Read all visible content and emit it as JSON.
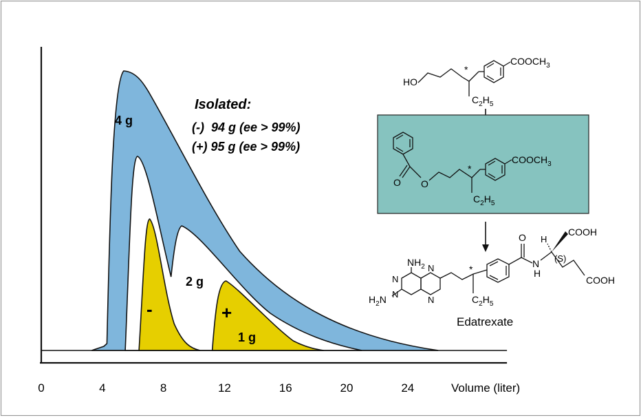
{
  "chart_data": {
    "type": "area",
    "x_ticks": [
      "0",
      "4",
      "8",
      "12",
      "16",
      "20",
      "24"
    ],
    "xlabel": "Volume (liter)",
    "xlim": [
      0,
      30
    ],
    "annotations": {
      "isolated_title": "Isolated:",
      "isolated_minus": "(-)  94 g (ee > 99%)",
      "isolated_plus": "(+) 95 g (ee > 99%)",
      "load_4g": "4 g",
      "load_2g": "2 g",
      "load_1g": "1 g",
      "peak_minus": "-",
      "peak_plus": "+"
    },
    "series": [
      {
        "load": "4 g",
        "start": 4.3,
        "max_at": 5.4,
        "end": 26,
        "fill": "#7fb6dc"
      },
      {
        "load": "2 g",
        "start": 6.0,
        "max_at": 6.3,
        "end": 20,
        "fill": "#ffffff"
      },
      {
        "load": "1 g",
        "start": 6.5,
        "max_at": 7.0,
        "end": 18,
        "fill": "#e6cf00"
      }
    ]
  },
  "structures": {
    "top": {
      "ho": "HO",
      "ester": "COOCH",
      "sub3": "3",
      "star": "*",
      "ethyl": "C",
      "sub2": "2",
      "h": "H",
      "sub5": "5"
    },
    "middle": {
      "o1": "O",
      "o2": "O",
      "ester": "COOCH",
      "sub3": "3",
      "star": "*",
      "ethyl": "C",
      "sub2": "2",
      "h": "H",
      "sub5": "5",
      "box_color": "#86c3bf"
    },
    "bottom": {
      "nh2_top": "NH",
      "sub2a": "2",
      "n1": "N",
      "n2": "N",
      "n3": "N",
      "n4": "N",
      "h2n": "H",
      "sub2b": "2",
      "n_label": "N",
      "star": "*",
      "ethyl": "C",
      "sub2c": "2",
      "h": "H",
      "sub5": "5",
      "o": "O",
      "nh": "N",
      "nh_h": "H",
      "stereo": "(S)",
      "h_top": "H",
      "cooh1": "COOH",
      "cooh2": "COOH",
      "name": "Edatrexate"
    }
  }
}
